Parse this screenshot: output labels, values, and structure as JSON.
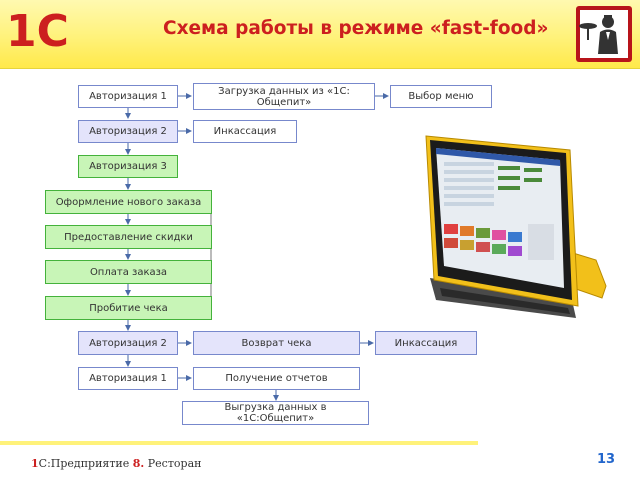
{
  "header": {
    "logo_text": "1С",
    "title": "Схема работы в режиме «fast-food»"
  },
  "flow": {
    "auth1_top": "Авторизация 1",
    "load_data": "Загрузка данных из «1С: Общепит»",
    "menu_select": "Выбор меню",
    "auth2_top": "Авторизация 2",
    "collection_top": "Инкассация",
    "auth3": "Авторизация 3",
    "new_order": "Оформление нового заказа",
    "discount": "Предоставление скидки",
    "payment": "Оплата заказа",
    "receipt": "Пробитие чека",
    "auth2_bottom": "Авторизация 2",
    "refund": "Возврат чека",
    "collection_bottom": "Инкассация",
    "auth1_bottom": "Авторизация 1",
    "reports": "Получение отчетов",
    "unload_data": "Выгрузка данных в «1С:Общепит»"
  },
  "footer": {
    "brand_one": "1",
    "brand_c": "С:Предприятие ",
    "brand_eight": "8.",
    "brand_rest": " Ресторан",
    "page_number": "13"
  },
  "colors": {
    "title": "#cc1f1f",
    "header_bg": "#fff27a",
    "box_border": "#7788cc",
    "green_fill": "#c8f5b7",
    "lavender_fill": "#e4e4fb",
    "terminal_frame": "#f2c01a"
  },
  "icons": {
    "logo": "1c-logo",
    "badge": "waiter-icon",
    "device": "pos-terminal-image"
  }
}
